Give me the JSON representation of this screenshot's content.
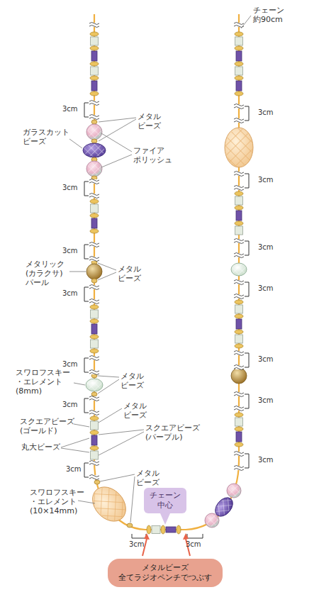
{
  "diagram": {
    "nodes": [
      {
        "text": [
          "チェーン 中心"
        ]
      },
      {
        "text": [
          "メタルビーズ 全てラジオペンチでつぶす"
        ]
      }
    ],
    "labels": [
      "チェーン 約90cm",
      "3cm",
      "メタル ビーズ",
      "ガラスカット ビーズ",
      "ファイア ポリッシュ",
      "3cm",
      "3cm",
      "メタリック (カラクサ) パール",
      "メタル ビーズ",
      "3cm",
      "3cm",
      "スワロフスキー ・エレメント (8mm)",
      "メタル ビーズ",
      "3cm",
      "メタル ビーズ",
      "スクエアビーズ (ゴールド)",
      "スクエアビーズ (パープル)",
      "丸大ビーズ",
      "3cm",
      "メタル ビーズ",
      "スワロフスキー ・エレメント (10×14mm)",
      "3cm",
      "3cm",
      "3cm",
      "3cm",
      "3cm",
      "3cm",
      "3cm",
      "3cm",
      "3cm"
    ]
  }
}
